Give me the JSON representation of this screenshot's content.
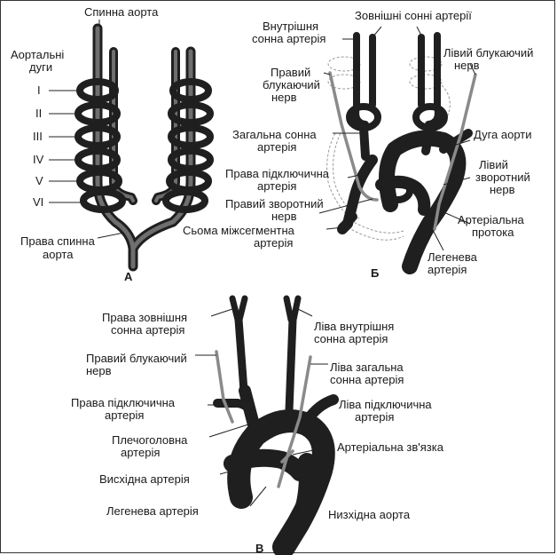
{
  "panel_a": {
    "letter": "А",
    "labels": {
      "dorsal_aorta": "Спинна аорта",
      "arches_1": "Аортальні",
      "arches_2": "дуги",
      "arch_i": "I",
      "arch_ii": "II",
      "arch_iii": "III",
      "arch_iv": "IV",
      "arch_v": "V",
      "arch_vi": "VI",
      "right_dorsal_1": "Права спинна",
      "right_dorsal_2": "аорта"
    }
  },
  "panel_b": {
    "letter": "Б",
    "labels": {
      "internal_carotid_1": "Внутрішня",
      "internal_carotid_2": "сонна артерія",
      "external_carotid": "Зовнішні сонні артерії",
      "left_vagus_1": "Лівий блукаючий",
      "left_vagus_2": "нерв",
      "right_vagus_1": "Правий",
      "right_vagus_2": "блукаючий",
      "right_vagus_3": "нерв",
      "common_carotid_1": "Загальна сонна",
      "common_carotid_2": "артерія",
      "aortic_arch": "Дуга аорти",
      "right_subclavian_1": "Права підключична",
      "right_subclavian_2": "артерія",
      "left_recurrent_1": "Лівий",
      "left_recurrent_2": "зворотний",
      "left_recurrent_3": "нерв",
      "right_recurrent_1": "Правий зворотний",
      "right_recurrent_2": "нерв",
      "ductus_1": "Артеріальна",
      "ductus_2": "протока",
      "intersegmental_1": "Сьома міжсегментна",
      "intersegmental_2": "артерія",
      "pulmonary_1": "Легенева",
      "pulmonary_2": "артерія"
    }
  },
  "panel_c": {
    "letter": "В",
    "labels": {
      "r_ext_carotid_1": "Права зовнішня",
      "r_ext_carotid_2": "сонна артерія",
      "l_int_carotid_1": "Ліва внутрішня",
      "l_int_carotid_2": "сонна артерія",
      "r_vagus_1": "Правий блукаючий",
      "r_vagus_2": "нерв",
      "l_common_carotid_1": "Ліва загальна",
      "l_common_carotid_2": "сонна артерія",
      "r_subclavian_1": "Права підключична",
      "r_subclavian_2": "артерія",
      "l_subclavian_1": "Ліва підключична",
      "l_subclavian_2": "артерія",
      "brachiocephalic_1": "Плечоголовна",
      "brachiocephalic_2": "артерія",
      "ligamentum": "Артеріальна зв'язка",
      "ascending": "Висхідна артерія",
      "pulmonary": "Легенева артерія",
      "descending": "Низхідна аорта"
    }
  }
}
